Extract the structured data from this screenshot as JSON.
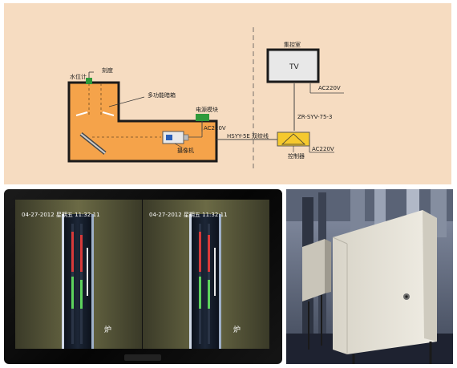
{
  "diagram": {
    "water_gauge_label": "水位计",
    "scale_label": "刻度",
    "periscope_label": "多功能暗箱",
    "power_module_label": "电源模块",
    "camera_ac_label": "AC220V",
    "camera_label": "摄像机",
    "cable_label": "HSYY-5E 双绞线",
    "control_room_label": "集控室",
    "tv_label": "TV",
    "tv_ac_label": "AC220V",
    "coax_label": "ZR-SYV-75-3",
    "controller_ac_label": "AC220V",
    "controller_label": "控制器"
  },
  "monitor": {
    "left_timestamp": "04-27-2012 星期五 11:32:11",
    "right_timestamp": "04-27-2012 星期五 11:32:11",
    "left_channel_label": "炉",
    "right_channel_label": "炉"
  },
  "colors": {
    "panel_bg": "#f6dcc1",
    "vessel_fill": "#f5a34a",
    "controller_fill": "#f5c92e",
    "led_green": "#5dd25d",
    "led_red": "#d83a3a"
  }
}
